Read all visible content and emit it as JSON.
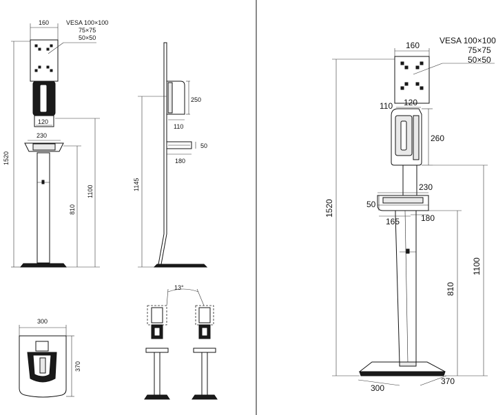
{
  "labels": {
    "vesa_a": "VESA 100×100",
    "vesa_b": "75×75",
    "vesa_c": "50×50",
    "w160": "160",
    "w120": "120",
    "w230": "230",
    "h1520": "1520",
    "h1100": "1100",
    "h810": "810",
    "h250": "250",
    "w110": "110",
    "h50": "50",
    "w180": "180",
    "h1145": "1145",
    "w300": "300",
    "d370": "370",
    "angle": "13°",
    "h260": "260",
    "w165": "165"
  }
}
